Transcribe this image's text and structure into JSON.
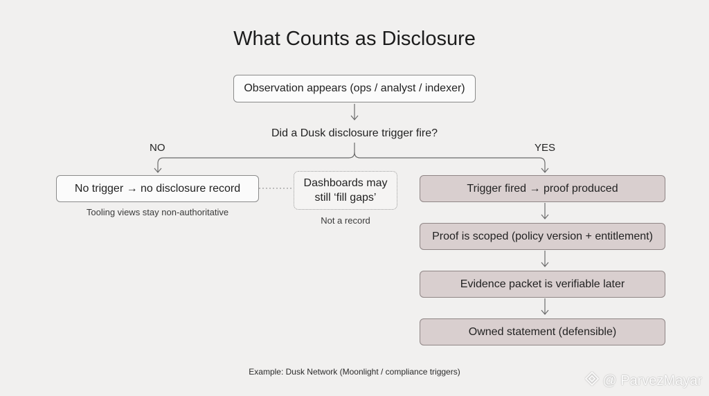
{
  "title": "What Counts as Disclosure",
  "start": "Observation appears (ops / analyst / indexer)",
  "question": "Did a Dusk disclosure trigger fire?",
  "branch_no": "NO",
  "branch_yes": "YES",
  "no_box": "No trigger → no disclosure record",
  "no_note": "Tooling views stay non-authoritative",
  "side_box": "Dashboards may still ‘fill gaps’",
  "side_note": "Not a record",
  "yes_steps": [
    "Trigger fired → proof produced",
    "Proof is scoped (policy version + entitlement)",
    "Evidence packet is verifiable later",
    "Owned statement (defensible)"
  ],
  "footer": "Example: Dusk Network (Moonlight / compliance triggers)",
  "watermark": "@ ParvezMayar",
  "colors": {
    "background": "#f1f0ef",
    "yes_box_fill": "#d9cfcf",
    "box_border": "#8a8a8a"
  }
}
